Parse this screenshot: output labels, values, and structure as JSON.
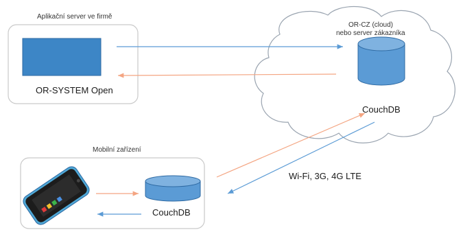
{
  "server": {
    "caption": "Aplikační server ve firmě",
    "name": "OR-SYSTEM Open"
  },
  "cloud": {
    "caption_line1": "OR-CZ (cloud)",
    "caption_line2": "nebo server zákazníka",
    "db_label": "CouchDB"
  },
  "mobile": {
    "caption": "Mobilní zařízení",
    "db_label": "CouchDB"
  },
  "connection_label": "Wi-Fi, 3G, 4G LTE",
  "colors": {
    "blue_arrow": "#5b9bd5",
    "orange_arrow": "#f4a582",
    "db_fill": "#5b9bd5",
    "db_top": "#7fb2e0",
    "db_stroke": "#2e6aa3",
    "monitor_fill": "#3d86c6",
    "box_border": "#c9c9c9",
    "cloud_border": "#9aa4b0",
    "phone_body": "#1c1c1c",
    "phone_case": "#4fa8d6"
  },
  "icons": [
    "monitor-icon",
    "database-icon",
    "smartphone-icon",
    "cloud-icon"
  ]
}
